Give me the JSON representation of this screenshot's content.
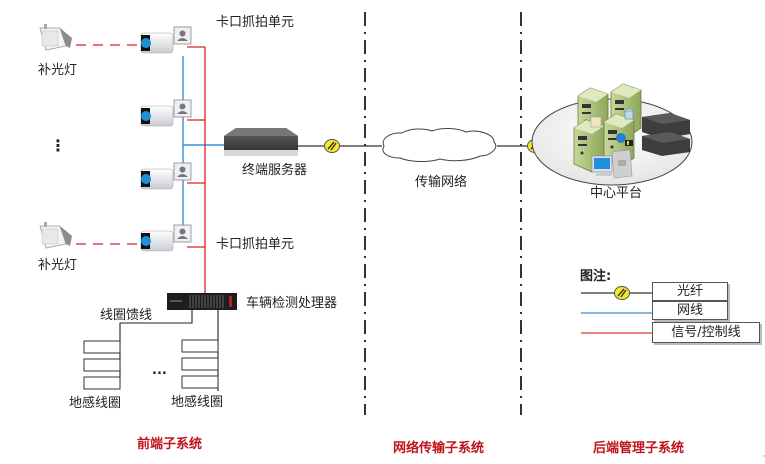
{
  "diagram": {
    "front_end": {
      "section_label": "前端子系统",
      "fill_light_label": "补光灯",
      "capture_unit_label": "卡口抓拍单元",
      "terminal_server_label": "终端服务器",
      "vehicle_detector_label": "车辆检测处理器",
      "loop_feeder_label": "线圈馈线",
      "ground_loop_label": "地感线圈",
      "vertical_ellipsis": "⋮",
      "horizontal_ellipsis": "..."
    },
    "network": {
      "section_label": "网络传输子系统",
      "cloud_label": "传输网络"
    },
    "back_end": {
      "section_label": "后端管理子系统",
      "center_label": "中心平台"
    },
    "legend": {
      "title": "图注:",
      "items": [
        {
          "label": "光纤",
          "type": "fiber",
          "color": "#333333"
        },
        {
          "label": "网线",
          "type": "network-cable",
          "color": "#3a8fd6"
        },
        {
          "label": "信号/控制线",
          "type": "signal-control",
          "color": "#e0303a"
        }
      ]
    },
    "colors": {
      "fiber": "#333333",
      "network_cable": "#3a8fd6",
      "signal_line": "#d82027",
      "section_label": "#c0141c",
      "converter_yellow": "#f2ea2a"
    }
  }
}
